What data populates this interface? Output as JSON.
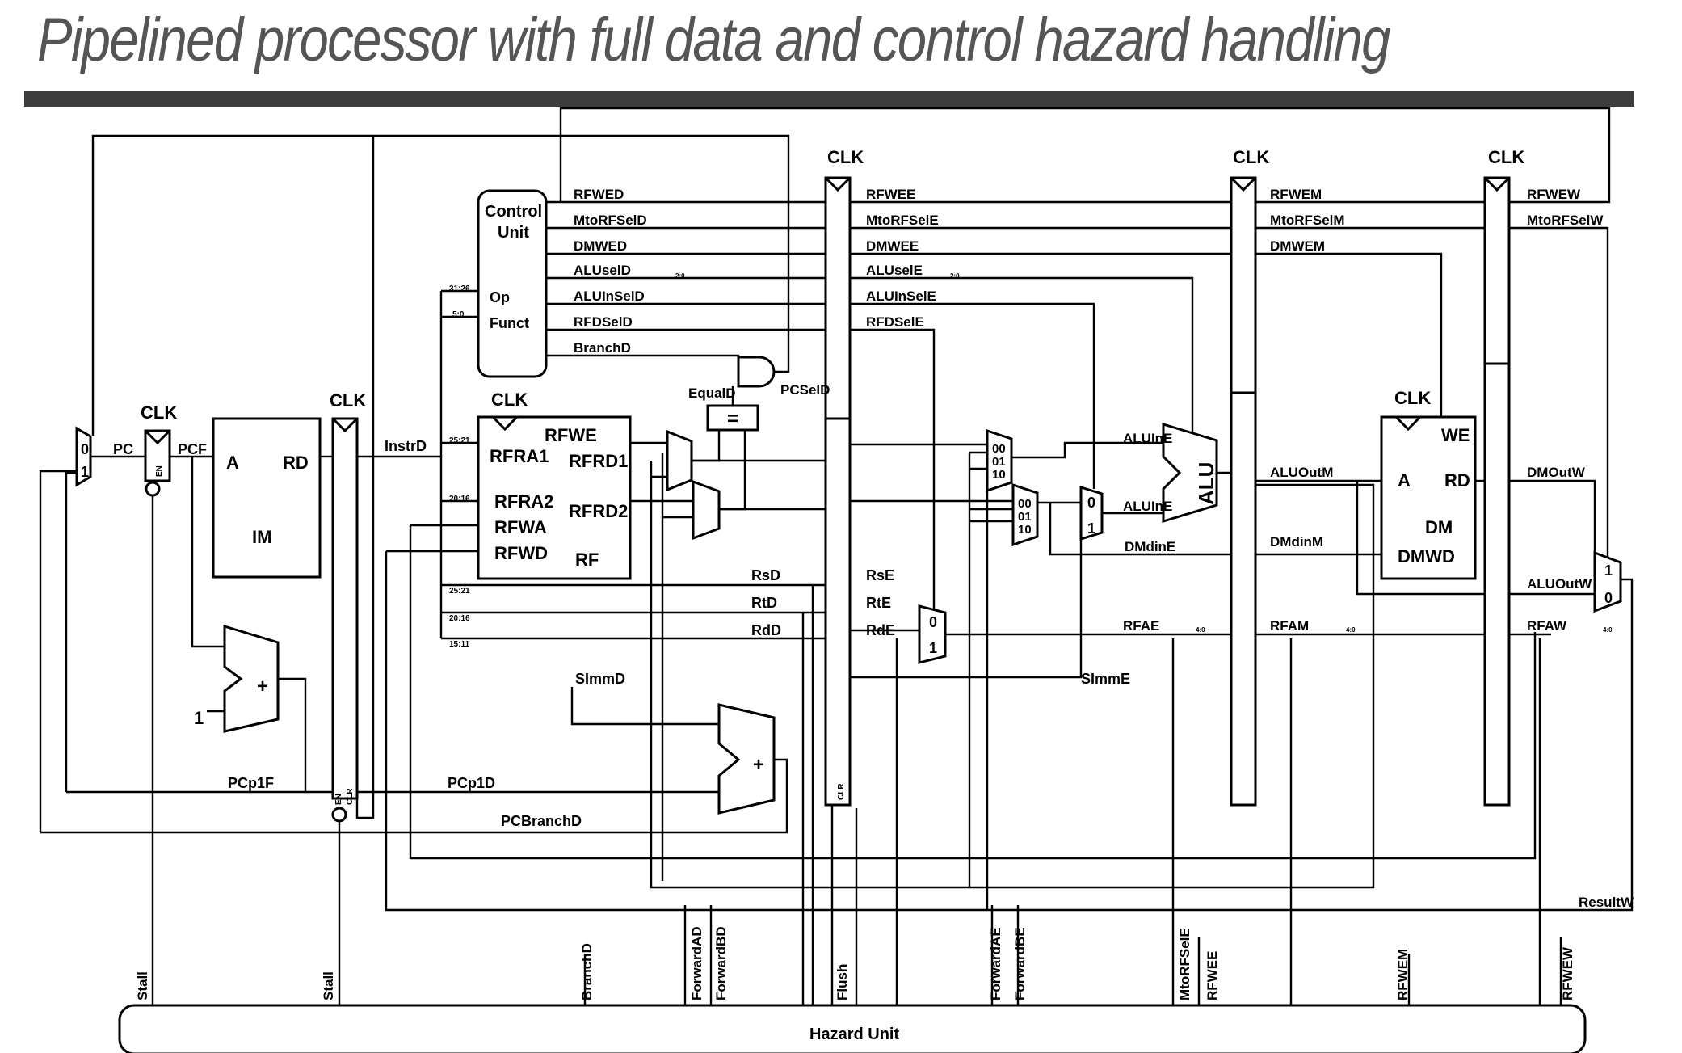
{
  "title": "Pipelined processor with full data and control hazard handling",
  "clk": "CLK",
  "pc": {
    "mux0": "0",
    "mux1": "1",
    "pc": "PC",
    "pcf": "PCF",
    "en": "EN"
  },
  "im": {
    "a": "A",
    "rd": "RD",
    "name": "IM"
  },
  "adder1": {
    "plus": "+",
    "one": "1",
    "pcp1f": "PCp1F"
  },
  "dreg": {
    "instrd": "InstrD",
    "en": "EN",
    "clr": "CLR"
  },
  "control": {
    "line1": "Control",
    "line2": "Unit",
    "op": "Op",
    "funct": "Funct",
    "b1": "31:26",
    "b2": "5:0"
  },
  "dsignals": [
    "RFWED",
    "MtoRFSelD",
    "DMWED",
    "ALUselD",
    "ALUInSelD",
    "RFDSelD",
    "BranchD"
  ],
  "esignals": [
    "RFWEE",
    "MtoRFSelE",
    "DMWEE",
    "ALUselE",
    "ALUInSelE",
    "RFDSelE"
  ],
  "msignals": [
    "RFWEM",
    "MtoRFSelM",
    "DMWEM"
  ],
  "wsignals": [
    "RFWEW",
    "MtoRFSelW"
  ],
  "w2_0": "2:0",
  "w4_0": "4:0",
  "branch": {
    "equald": "EqualD",
    "pcseld": "PCSelD",
    "eq": "="
  },
  "rf": {
    "we": "RFWE",
    "ra1": "RFRA1",
    "ra2": "RFRA2",
    "wa": "RFWA",
    "wd": "RFWD",
    "rd1": "RFRD1",
    "rd2": "RFRD2",
    "name": "RF"
  },
  "bits": {
    "b2521": "25:21",
    "b2016": "20:16",
    "b1511": "15:11"
  },
  "regs": {
    "rsd": "RsD",
    "rtd": "RtD",
    "rdd": "RdD",
    "rse": "RsE",
    "rte": "RtE",
    "rde": "RdE"
  },
  "imm": {
    "simmd": "SImmD",
    "simme": "SImmE"
  },
  "adder2": {
    "plus": "+",
    "pcp1d": "PCp1D",
    "pcbranchd": "PCBranchD"
  },
  "fwd": {
    "s00": "00",
    "s01": "01",
    "s10": "10"
  },
  "alu": {
    "name": "ALU",
    "in1": "ALUInE",
    "in2": "ALUInE",
    "dmdine": "DMdinE",
    "rfae": "RFAE"
  },
  "mem": {
    "aluoutm": "ALUOutM",
    "dmdinm": "DMdinM",
    "rfam": "RFAM",
    "we": "WE",
    "a": "A",
    "rd": "RD",
    "dm": "DM",
    "dmwd": "DMWD"
  },
  "wb": {
    "dmoutw": "DMOutW",
    "aluoutw": "ALUOutW",
    "rfaw": "RFAW",
    "resultw": "ResultW"
  },
  "hazard": {
    "name": "Hazard Unit",
    "stall1": "Stall",
    "stall2": "Stall",
    "branchd": "BranchD",
    "forwardad": "ForwardAD",
    "forwardbd": "ForwardBD",
    "flush": "Flush",
    "forwardae": "ForwardAE",
    "forwardbe": "ForwardBE",
    "mtorfsele": "MtoRFSelE",
    "rfwee": "RFWEE",
    "rfwem": "RFWEM",
    "rfwew": "RFWEW"
  }
}
